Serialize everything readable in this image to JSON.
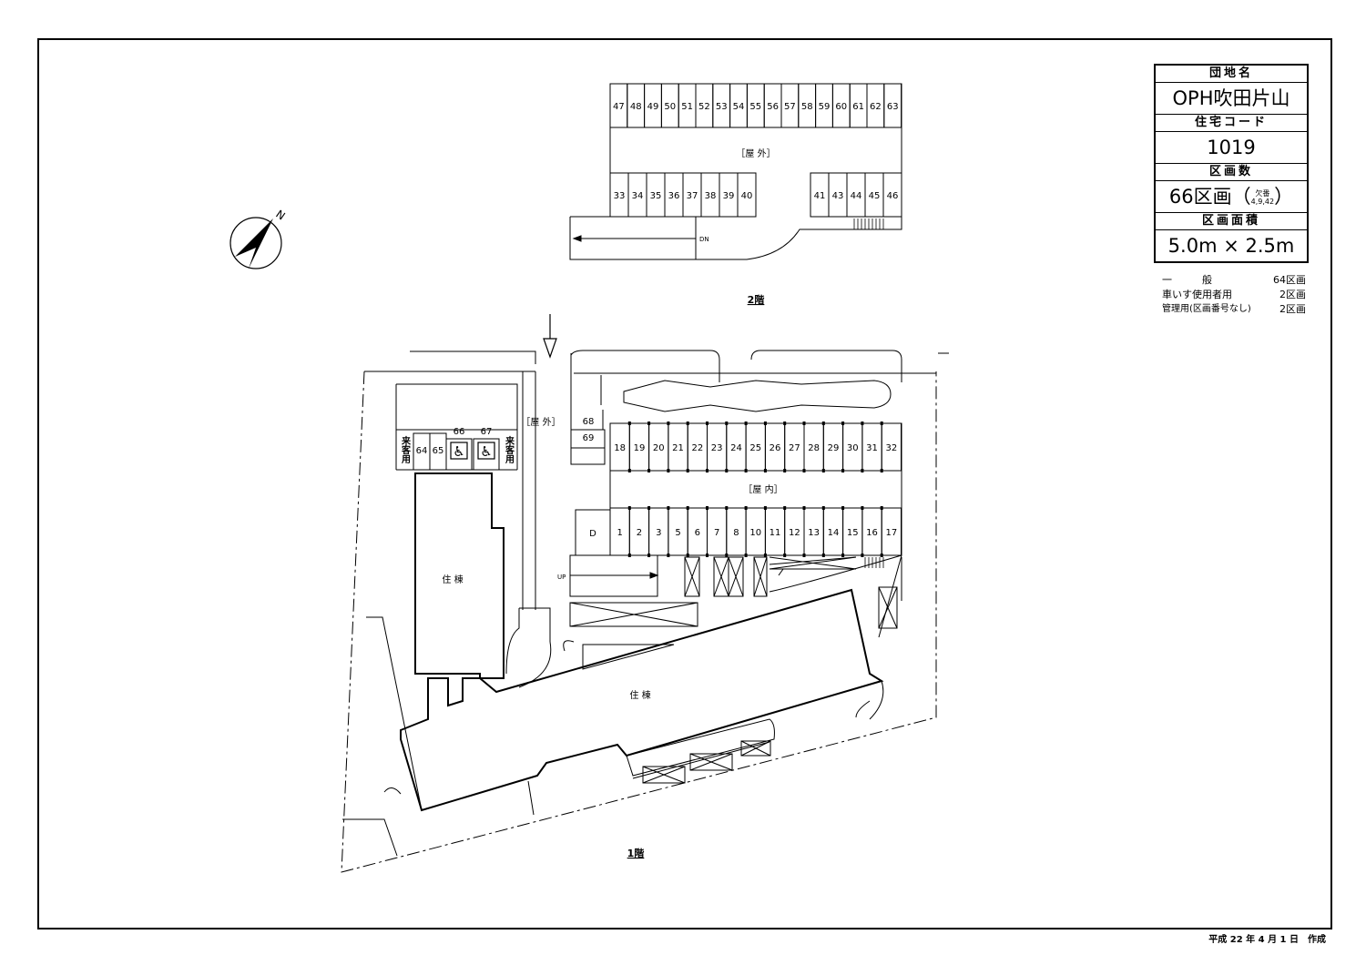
{
  "sheet": {
    "floor2_label": "2階",
    "floor1_label": "1階",
    "outdoor_label": "［屋 外］",
    "indoor_label": "［屋 内］",
    "building_label": "住 棟",
    "dn_label": "DN",
    "up_label": "UP",
    "d_label": "D",
    "guest_label": "来客用",
    "north_label": "N"
  },
  "info": {
    "complex_name_header": "団地名",
    "complex_name": "OPH吹田片山",
    "housing_code_header": "住宅コード",
    "housing_code": "1019",
    "lot_count_header": "区画数",
    "lot_count": "66区画",
    "lot_count_note_top": "欠番",
    "lot_count_note_bottom": "4,9,42",
    "lot_size_header": "区画面積",
    "lot_size": "5.0m × 2.5m"
  },
  "tallies": [
    {
      "label": "一　　　般",
      "count": "64区画"
    },
    {
      "label": "車いす使用者用",
      "count": "2区画"
    },
    {
      "label": "管理用(区画番号なし)",
      "count": "2区画"
    }
  ],
  "spaces": {
    "floor2_top": [
      "47",
      "48",
      "49",
      "50",
      "51",
      "52",
      "53",
      "54",
      "55",
      "56",
      "57",
      "58",
      "59",
      "60",
      "61",
      "62",
      "63"
    ],
    "floor2_bottom_left": [
      "33",
      "34",
      "35",
      "36",
      "37",
      "38",
      "39",
      "40"
    ],
    "floor2_bottom_right": [
      "41",
      "43",
      "44",
      "45",
      "46"
    ],
    "floor1_upper": [
      "18",
      "19",
      "20",
      "21",
      "22",
      "23",
      "24",
      "25",
      "26",
      "27",
      "28",
      "29",
      "30",
      "31",
      "32"
    ],
    "floor1_lower": [
      "1",
      "2",
      "3",
      "5",
      "6",
      "7",
      "8",
      "10",
      "11",
      "12",
      "13",
      "14",
      "15",
      "16",
      "17"
    ],
    "floor1_side": [
      "68",
      "69"
    ],
    "floor1_guest_numbered": [
      "64",
      "65"
    ],
    "floor1_accessible": [
      "66",
      "67"
    ]
  },
  "footer": "平成 22 年 4 月 1 日　作成"
}
